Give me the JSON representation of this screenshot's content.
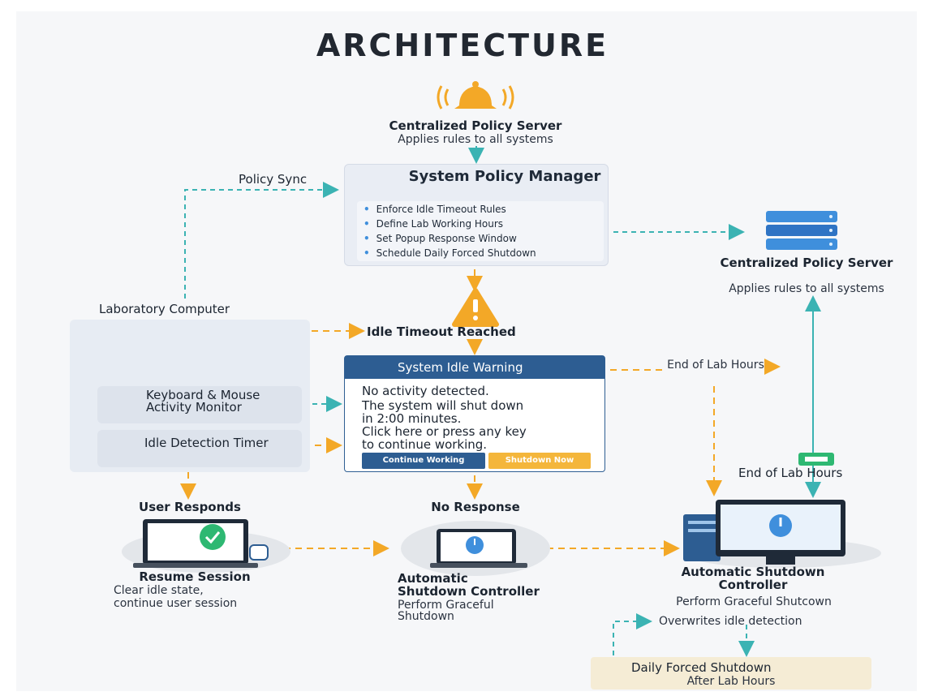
{
  "title": "ARCHITECTURE",
  "policy_server_top": {
    "title": "Centralized Policy Server",
    "subtitle": "Applies rules to all systems"
  },
  "policy_sync_label": "Policy Sync",
  "policy_manager": {
    "title": "System Policy Manager",
    "rules": [
      "Enforce Idle Timeout Rules",
      "Define Lab Working Hours",
      "Set Popup Response Window",
      "Schedule Daily Forced Shutdown"
    ]
  },
  "policy_server_right": {
    "title": "Centralized Policy Server",
    "subtitle": "Applies rules to all systems"
  },
  "lab_computer": {
    "title": "Laboratory Computer",
    "monitor_label": "Keyboard & Mouse Activity Monitor",
    "timer_label": "Idle Detection Timer"
  },
  "idle_timeout_label": "Idle Timeout Reached",
  "warning": {
    "title": "System Idle Warning",
    "line1": "No activity detected.",
    "line2": "The system will shut down",
    "line3": "in 2:00 minutes.",
    "line4": "Click here or press any key",
    "line5": "to continue working.",
    "continue_button": "Continue Working",
    "shutdown_button": "Shutdown Now"
  },
  "end_of_lab_label_1": "End of Lab Hours",
  "end_of_lab_label_2": "End of Lab Hours",
  "user_responds": "User Responds",
  "no_response": "No Response",
  "resume": {
    "title": "Resume Session",
    "line1": "Clear idle state,",
    "line2": "continue user session"
  },
  "auto_mid": {
    "title1": "Automatic",
    "title2": "Shutdown Controller",
    "line1": "Perform Graceful",
    "line2": "Shutdown"
  },
  "auto_right": {
    "title1": "Automatic Shutdown",
    "title2": "Controller",
    "subtitle": "Perform Graceful Shutcown"
  },
  "overwrite_label": "Overwrites idle detection",
  "daily_shutdown": {
    "title": "Daily Forced Shutdown",
    "subtitle": "After Lab Hours"
  },
  "colors": {
    "teal": "#3bb3b3",
    "orange": "#f3a827",
    "navy": "#2d5d92",
    "blue": "#3f8fdc",
    "green": "#2eb872"
  }
}
